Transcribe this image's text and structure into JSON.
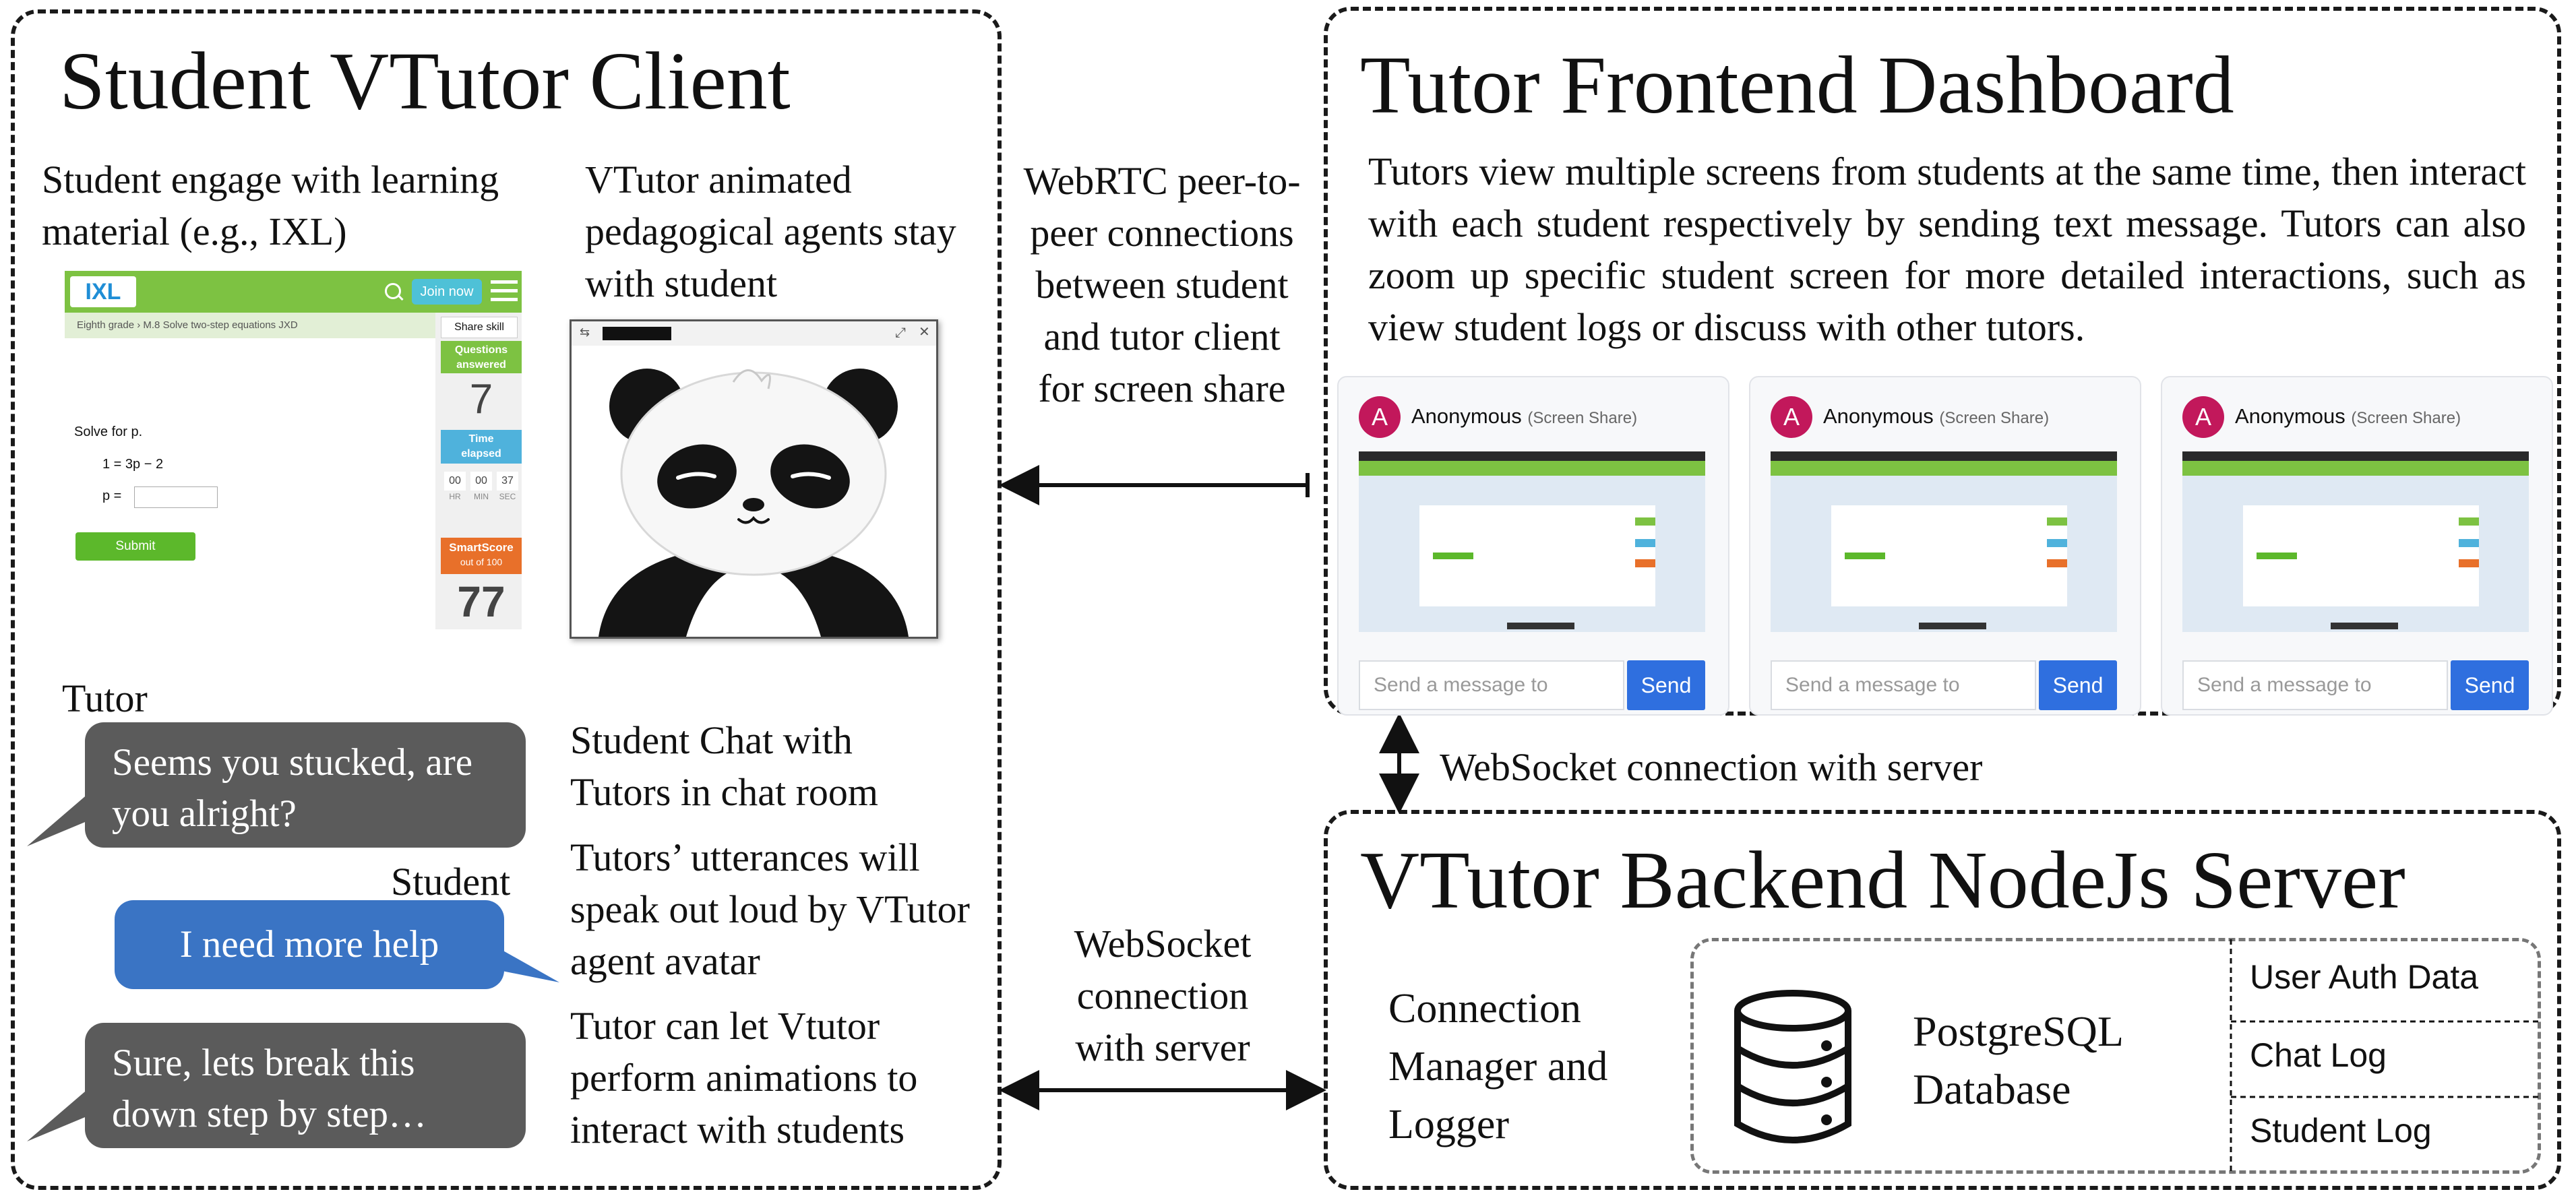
{
  "student_client": {
    "title": "Student VTutor Client",
    "engage_text": "Student engage with learning material (e.g., IXL)",
    "agent_text": "VTutor animated pedagogical agents stay with student",
    "ixl": {
      "logo": "IXL",
      "join_label": "Join now",
      "breadcrumb": "Eighth grade  ›  M.8 Solve two-step equations  JXD",
      "share_label": "Share skill",
      "prompt": "Solve for p.",
      "equation": "1 = 3p − 2",
      "answer_label": "p =",
      "submit_label": "Submit",
      "questions_label": "Questions answered",
      "questions_value": "7",
      "time_label": "Time elapsed",
      "time_hr": "00",
      "time_min": "00",
      "time_sec": "37",
      "unit_hr": "HR",
      "unit_min": "MIN",
      "unit_sec": "SEC",
      "smartscore_label": "SmartScore",
      "smartscore_sub": "out of 100",
      "smartscore_value": "77"
    },
    "chat": {
      "tutor_label": "Tutor",
      "student_label": "Student",
      "tutor_msg_1": "Seems you stucked, are you alright?",
      "student_msg": "I need more help",
      "tutor_msg_2": "Sure, lets break this down step by step…",
      "desc_1": "Student Chat with Tutors in chat room",
      "desc_2": "Tutors’ utterances will speak out loud by VTutor agent avatar",
      "desc_3": "Tutor can let Vtutor perform animations to interact with students"
    }
  },
  "webrtc_label": "WebRTC peer-to-peer connections between student and tutor client for screen share",
  "websocket_label_left": "WebSocket connection with server",
  "websocket_label_right": "WebSocket connection with server",
  "dashboard": {
    "title": "Tutor Frontend Dashboard",
    "description": "Tutors view multiple screens from students at the same time, then interact with each student respectively by sending text message. Tutors can also zoom up specific student screen for more detailed interactions, such as view student logs or discuss with other tutors.",
    "cards": [
      {
        "avatar": "A",
        "name": "Anonymous",
        "tag": "(Screen Share)",
        "placeholder": "Send a message to",
        "send_label": "Send"
      },
      {
        "avatar": "A",
        "name": "Anonymous",
        "tag": "(Screen Share)",
        "placeholder": "Send a message to",
        "send_label": "Send"
      },
      {
        "avatar": "A",
        "name": "Anonymous",
        "tag": "(Screen Share)",
        "placeholder": "Send a message to",
        "send_label": "Send"
      }
    ]
  },
  "backend": {
    "title": "VTutor Backend NodeJs Server",
    "connection_manager": "Connection Manager and Logger",
    "database": "PostgreSQL Database",
    "tables": [
      "User Auth Data",
      "Chat Log",
      "Student Log"
    ]
  },
  "colors": {
    "tutor_bubble": "#5b5b5b",
    "student_bubble": "#3a74c4",
    "ixl_green": "#7dc242",
    "send_button": "#2f6fdf",
    "avatar": "#c2185b"
  }
}
